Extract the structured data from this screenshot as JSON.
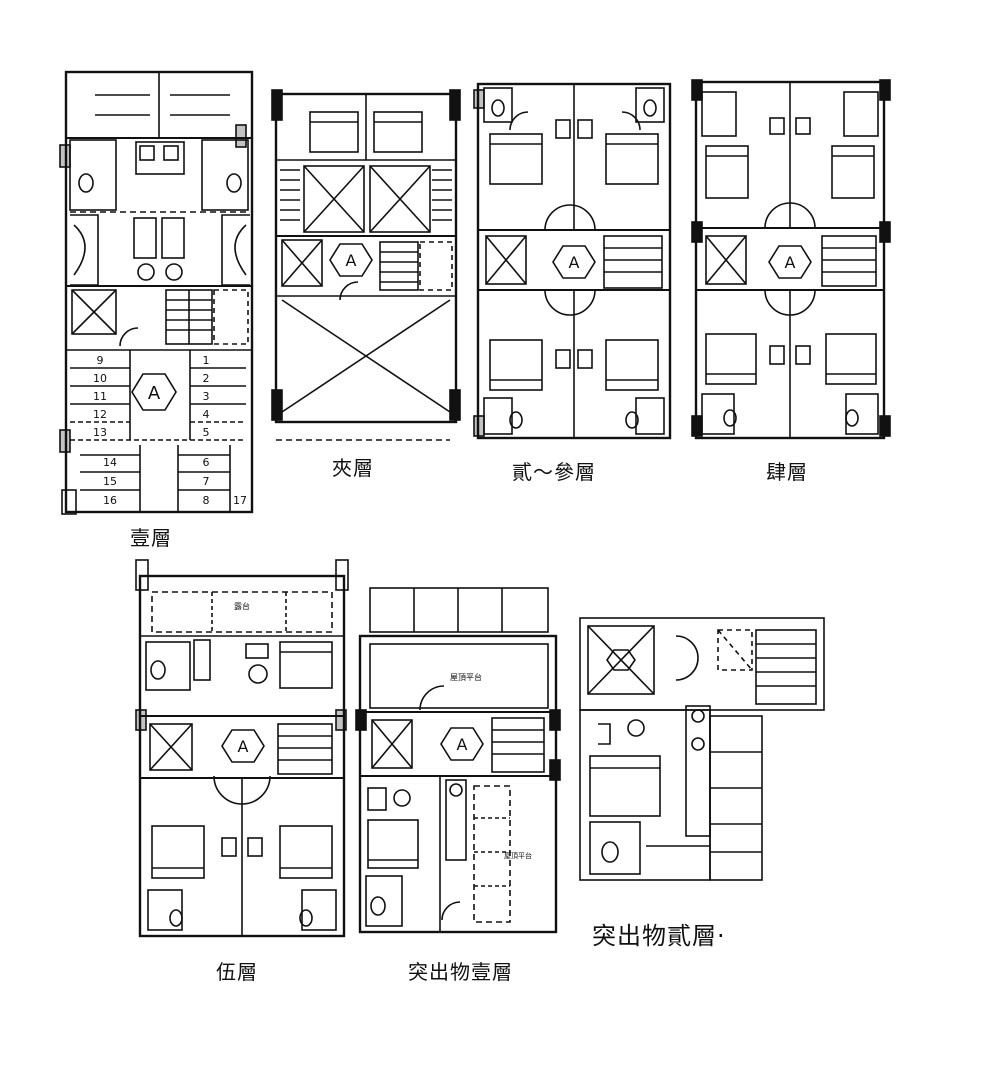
{
  "plans": [
    {
      "id": "floor-1",
      "label": "壹層"
    },
    {
      "id": "mezzanine",
      "label": "夾層"
    },
    {
      "id": "floor-2-3",
      "label": "貳～參層"
    },
    {
      "id": "floor-4",
      "label": "肆層"
    },
    {
      "id": "floor-5",
      "label": "伍層"
    },
    {
      "id": "roof-1",
      "label": "突出物壹層"
    },
    {
      "id": "roof-2",
      "label": "突出物貳層·"
    }
  ],
  "marks": {
    "core_letter": "A",
    "parking_left": [
      "9",
      "10",
      "11",
      "12",
      "13",
      "14",
      "15",
      "16"
    ],
    "parking_right": [
      "1",
      "2",
      "3",
      "4",
      "5",
      "6",
      "7",
      "8"
    ],
    "parking_extra": "17",
    "floor5_terrace": "露台",
    "roof1_terrace": "屋頂平台",
    "roof1_terrace2": "屋頂平台"
  },
  "colors": {
    "line": "#111111",
    "background": "#ffffff"
  }
}
